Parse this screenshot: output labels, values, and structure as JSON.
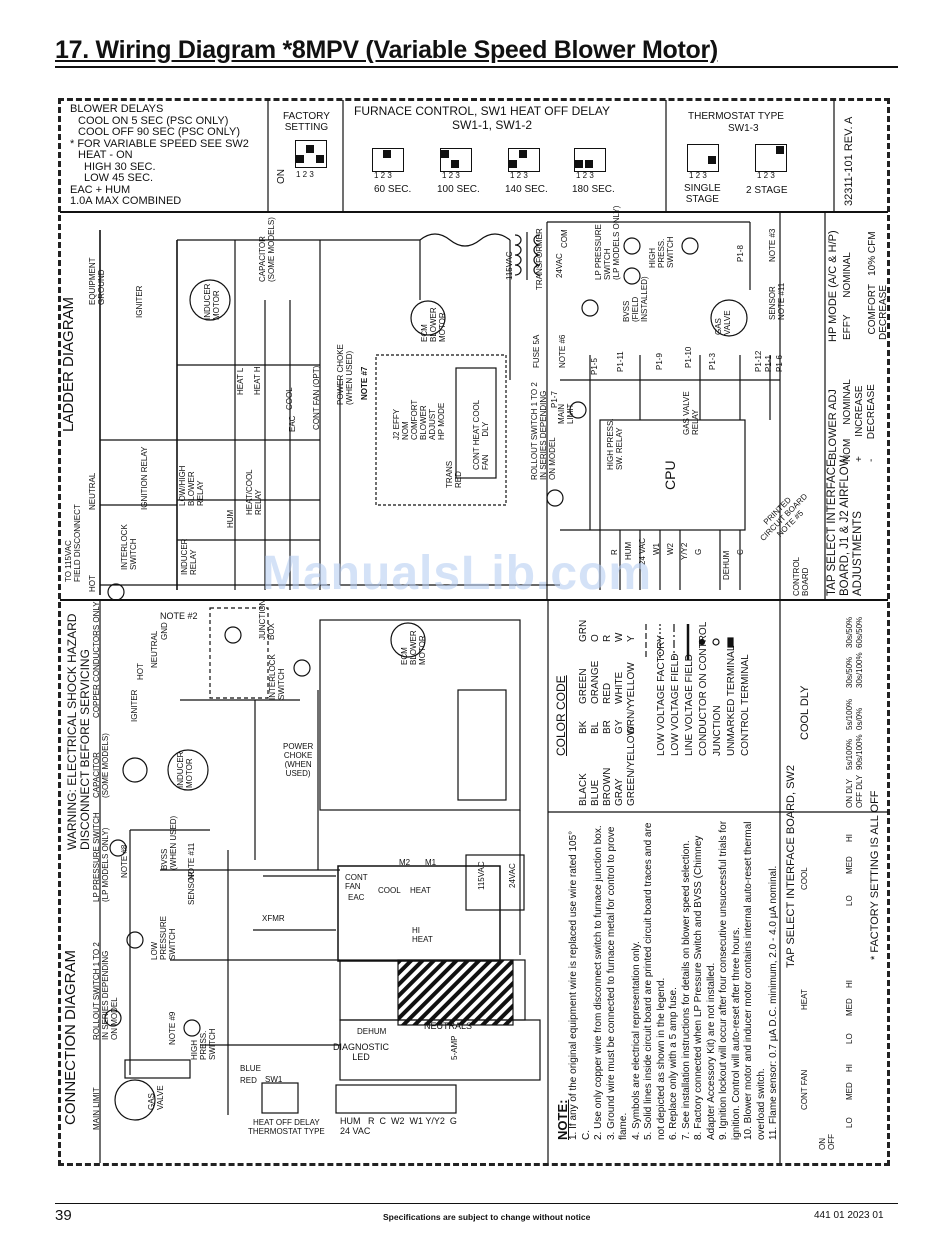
{
  "title": "17.  Wiring Diagram *8MPV (Variable Speed Blower Motor)",
  "top_panel": {
    "blower_delays": [
      "BLOWER DELAYS",
      "COOL ON 5 SEC (PSC ONLY)",
      "COOL OFF 90 SEC (PSC ONLY)",
      "* FOR VARIABLE SPEED SEE SW2",
      "HEAT - ON",
      "HIGH 30 SEC.",
      "LOW 45 SEC.",
      "EAC  +  HUM",
      "1.0A MAX  COMBINED"
    ],
    "factory_setting": "FACTORY\nSETTING",
    "on_label": "ON",
    "switch_numbers": "1 2 3",
    "furnace_control_title": "FURNACE CONTROL, SW1 HEAT OFF DELAY",
    "furnace_control_sub": "SW1-1, SW1-2",
    "delays": [
      "60 SEC.",
      "100 SEC.",
      "140 SEC.",
      "180 SEC."
    ],
    "thermostat_title": "THERMOSTAT TYPE",
    "thermostat_sub": "SW1-3",
    "thermo_single": "SINGLE\nSTAGE",
    "thermo_two": "2 STAGE",
    "rev": "32311-101 REV. A"
  },
  "ladder": {
    "title": "LADDER DIAGRAM",
    "field_disconnect": "TO 115VAC\nFIELD DISCONNECT",
    "neutral": "NEUTRAL",
    "hot": "HOT",
    "equipment_ground": "EQUIPMENT\nGROUND",
    "igniter": "IGNITER",
    "inducer_motor": "INDUCER\nMOTOR",
    "capacitor": "CAPACITOR\n(SOME MODELS)",
    "ignition_relay": "IGNITION RELAY",
    "low_high_blower_relay": "LOW/HIGH\nBLOWER\nRELAY",
    "heat_cool_relay": "HEAT/COOL\nRELAY",
    "inducer_relay": "INDUCER\nRELAY",
    "interlock_switch": "INTERLOCK\nSWITCH",
    "hum": "HUM",
    "eac": "EAC",
    "cool": "COOL",
    "cont_fan": "CONT FAN (OPT)",
    "heat_h": "HEAT H",
    "heat_l": "HEAT L",
    "power_choke": "POWER CHOKE\n(WHEN USED)",
    "note7": "NOTE #7",
    "ecm_blower": "ECM\nBLOWER\nMOTOR",
    "transformer_115": "115VAC",
    "transformer": "TRANSFORMER",
    "transformer_24": "24VAC",
    "com": "COM",
    "fuse": "FUSE 5A",
    "rollout": "ROLLOUT SWITCH 1 TO 2\nIN SERIES DEPENDING\nON MODEL",
    "main_limit": "MAIN\nLIMIT",
    "lp_pressure": "LP PRESSURE\nSWITCH\n(LP MODELS ONLY)",
    "bvss": "BVSS\n(FIELD\nINSTALLED)",
    "high_press": "HIGH\nPRESS.\nSWITCH",
    "sensor": "SENSOR\nNOTE #11",
    "gas_valve": "GAS\nVALVE",
    "cpu": "CPU",
    "high_press_relay": "HIGH PRESS.\nSW. RELAY",
    "gas_valve_relay": "GAS VALVE\nRELAY",
    "printed_board": "PRINTED\nCIRCUIT BOARD\nNOTE #5",
    "dehum": "DEHUM",
    "control_board": "CONTROL\nBOARD",
    "terminals": [
      "R",
      "HUM",
      "24 VAC",
      "W1",
      "W2",
      "Y/Y2",
      "G",
      "DEHUM",
      "C"
    ],
    "pins": [
      "P1-5",
      "P1-11",
      "P1-9",
      "P1-10",
      "P1-3",
      "P1-12",
      "P1-1",
      "P1-7",
      "P1-6",
      "P1-8"
    ],
    "sw2_labels": "CONT HEAT COOL\nFAN        DLY",
    "j2_labels": "J2 EFFY\nNOM\nCOMFORT\nBLOWER\nADJUST\nHP MODE",
    "trans_red": "TRANS\nRED",
    "note3": "NOTE #3",
    "note6": "NOTE #6"
  },
  "tap_select": {
    "title": "TAP SELECT INTERFACE\nBOARD, J1 & J2 AIRFLOW\nADJUSTMENTS",
    "blower_adj": "BLOWER ADJ",
    "blower_adj_rows": [
      [
        "NOM",
        "NOMINAL"
      ],
      [
        "+",
        "INCREASE"
      ],
      [
        "-",
        "DECREASE"
      ]
    ],
    "hp_mode": "HP MODE (A/C & H/P)",
    "hp_mode_rows": [
      [
        "EFFY",
        "NOMINAL"
      ],
      [
        "COMFORT",
        "10% CFM\nDECREASE"
      ]
    ]
  },
  "connection": {
    "title": "CONNECTION DIAGRAM",
    "warning": "WARNING: ELECTRICAL SHOCK HAZARD\nDISCONNECT BEFORE SERVICING",
    "copper": "COPPER CONDUCTORS ONLY",
    "capacitor": "CAPACITOR\n(SOME MODELS)",
    "lp_pressure": "LP PRESSURE SWITCH\n(LP MODELS ONLY)",
    "rollout": "ROLLOUT SWITCH 1 TO 2\nIN SERIES DEPENDING\nON MODEL",
    "main_limit": "MAIN LIMIT",
    "gas_valve": "GAS\nVALVE",
    "igniter": "IGNITER",
    "inducer_motor": "INDUCER\nMOTOR",
    "interlock": "INTERLOCK\nSWITCH",
    "junction_box": "JUNCTION\nBOX",
    "note2": "NOTE #2",
    "hot": "HOT",
    "neutral": "NEUTRAL",
    "gnd": "GND",
    "power_choke": "POWER\nCHOKE\n(WHEN\nUSED)",
    "ecm": "ECM\nBLOWER\nMOTOR",
    "xfmr": "XFMR",
    "neutrals": "NEUTRALS",
    "five_amp": "5-AMP",
    "dehum": "DEHUM",
    "diag_led": "DIAGNOSTIC\nLED",
    "heat_off_delay": "HEAT OFF DELAY\nTHERMOSTAT TYPE",
    "sw1": "SW1",
    "blue": "BLUE",
    "red": "RED",
    "terminals_bottom": "HUM   R  C  W2  W1 Y/Y2  G\n24 VAC",
    "relay_labels": [
      "CONT\nFAN",
      "EAC",
      "COOL",
      "HEAT",
      "HI\nHEAT",
      "M2",
      "M1"
    ],
    "trans_115": "115VAC",
    "trans_24": "24VAC",
    "sensor": "SENSOR",
    "note11": "NOTE #11",
    "note8": "NOTE #8",
    "bvss": "BVSS\n(WHEN USED)",
    "low_pressure": "LOW\nPRESSURE\nSWITCH",
    "high_press": "HIGH\nPRESS.\nSWITCH",
    "note9": "NOTE #9"
  },
  "color_code": {
    "title": "COLOR CODE",
    "rows": [
      [
        "BLACK",
        "BK",
        "GREEN",
        "GRN"
      ],
      [
        "BLUE",
        "BL",
        "ORANGE",
        "O"
      ],
      [
        "BROWN",
        "BR",
        "RED",
        "R"
      ],
      [
        "GRAY",
        "GY",
        "WHITE",
        "W"
      ],
      [
        "GREEN/YELLOW",
        "GRN/Y",
        "YELLOW",
        "Y"
      ]
    ],
    "legend": [
      "LOW VOLTAGE FACTORY",
      "LOW VOLTAGE FIELD",
      "LINE VOLTAGE FIELD",
      "CONDUCTOR ON CONTROL",
      "JUNCTION",
      "UNMARKED TERMINAL",
      "CONTROL TERMINAL"
    ]
  },
  "cool_dly": {
    "title": "COOL DLY",
    "on_dly": "ON DLY",
    "off_dly": "OFF DLY",
    "values": [
      [
        "5s/100%",
        "90s/100%"
      ],
      [
        "5s/100%",
        "0s/0%"
      ],
      [
        "30s/50%",
        "30s/100%"
      ],
      [
        "30s/50%",
        "60s/50%"
      ]
    ]
  },
  "tap_sw2": {
    "title": "TAP SELECT INTERFACE BOARD, SW2",
    "cont_fan": "CONT FAN",
    "heat": "HEAT",
    "cool": "COOL",
    "levels": [
      "LO",
      "MED",
      "HI"
    ],
    "factory": "* FACTORY SETTING IS ALL OFF",
    "on_off": "ON\nOFF"
  },
  "notes": {
    "title": "NOTE:",
    "items": [
      "1.  If any of the original equipment wire is replaced use wire rated 105° C.",
      "2.  Use only copper wire from disconnect switch to furnace junction box.",
      "3.  Ground wire must be connected to furnace metal for control to prove flame.",
      "4.  Symbols are electrical representation only.",
      "5.  Solid lines inside circuit board are printed circuit board traces and are not depicted as shown in the legend.",
      "6.  Replace only with a 5 amp fuse.",
      "7.  See installation instructions for details on blower speed selection.",
      "8.  Factory connected when LP Pressure Switch and BVSS (Chimney Adapter Accessory Kit) are not installed.",
      "9.  Ignition lockout will occur after four consecutive unsuccessful trials for ignition. Control will auto-reset after three hours.",
      "10. Blower motor and inducer motor contains internal auto-reset thermal overload switch.",
      "11. Flame sensor: 0.7 µA D.C. minimum, 2.0 - 4.0 µA nominal."
    ]
  },
  "watermark": "ManualsLib.com",
  "footer": {
    "page": "39",
    "disclaimer": "Specifications are subject  to change without notice",
    "code": "441 01 2023 01"
  }
}
